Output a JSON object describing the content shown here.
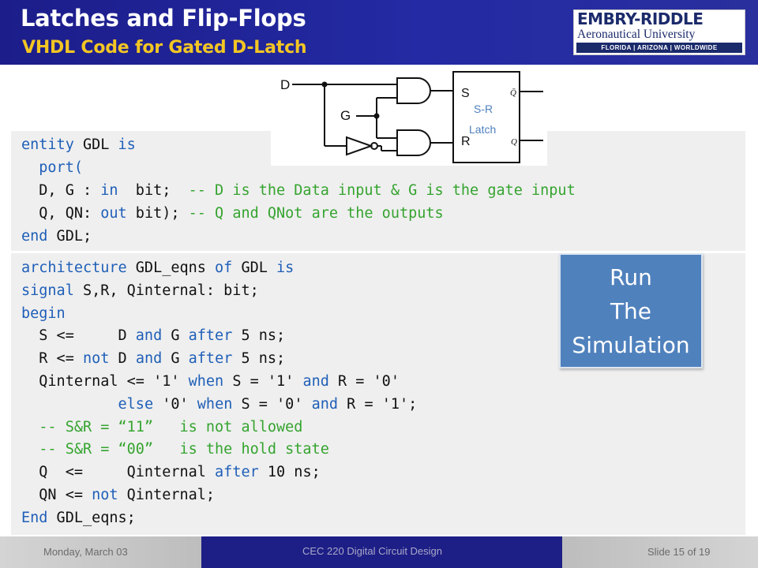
{
  "header": {
    "title": "Latches and Flip-Flops",
    "subtitle": "VHDL Code for Gated D-Latch",
    "logo": {
      "name": "EMBRY-RIDDLE",
      "line2": "Aeronautical University",
      "line3": "FLORIDA | ARIZONA | WORLDWIDE"
    },
    "background_color": "#1c1d8a",
    "subtitle_color": "#f3c623"
  },
  "code": {
    "entity_lines": [
      [
        [
          "entity",
          "kw"
        ],
        [
          " GDL ",
          ""
        ],
        [
          "is",
          "kw"
        ]
      ],
      [
        [
          "  port(",
          "kw"
        ]
      ],
      [
        [
          "  D, G : ",
          ""
        ],
        [
          "in",
          "kw"
        ],
        [
          "  bit;  ",
          ""
        ],
        [
          "-- D is the Data input & G is the gate input",
          "cm"
        ]
      ],
      [
        [
          "  Q, QN: ",
          ""
        ],
        [
          "out",
          "kw"
        ],
        [
          " bit); ",
          ""
        ],
        [
          "-- Q and QNot are the outputs",
          "cm"
        ]
      ],
      [
        [
          "end",
          "kw"
        ],
        [
          " GDL;",
          ""
        ]
      ]
    ],
    "architecture_lines": [
      [
        [
          "architecture",
          "kw"
        ],
        [
          " GDL_eqns ",
          ""
        ],
        [
          "of",
          "kw"
        ],
        [
          " GDL ",
          ""
        ],
        [
          "is",
          "kw"
        ]
      ],
      [
        [
          "signal",
          "kw"
        ],
        [
          " S,R, Qinternal: bit;",
          ""
        ]
      ],
      [
        [
          "begin",
          "kw"
        ]
      ],
      [
        [
          "  S <=     D ",
          ""
        ],
        [
          "and",
          "kw"
        ],
        [
          " G ",
          ""
        ],
        [
          "after",
          "kw"
        ],
        [
          " 5 ns;",
          ""
        ]
      ],
      [
        [
          "  R <= ",
          ""
        ],
        [
          "not",
          "kw"
        ],
        [
          " D ",
          ""
        ],
        [
          "and",
          "kw"
        ],
        [
          " G ",
          ""
        ],
        [
          "after",
          "kw"
        ],
        [
          " 5 ns;",
          ""
        ]
      ],
      [
        [
          "  Qinternal <= '1' ",
          ""
        ],
        [
          "when",
          "kw"
        ],
        [
          " S = '1' ",
          ""
        ],
        [
          "and",
          "kw"
        ],
        [
          " R = '0'",
          ""
        ]
      ],
      [
        [
          "           ",
          ""
        ],
        [
          "else",
          "kw"
        ],
        [
          " '0' ",
          ""
        ],
        [
          "when",
          "kw"
        ],
        [
          " S = '0' ",
          ""
        ],
        [
          "and",
          "kw"
        ],
        [
          " R = '1';",
          ""
        ]
      ],
      [
        [
          "  -- S&R = “11”   is not allowed",
          "cm"
        ]
      ],
      [
        [
          "  -- S&R = “00”   is the hold state",
          "cm"
        ]
      ],
      [
        [
          "  Q  <=     Qinternal ",
          ""
        ],
        [
          "after",
          "kw"
        ],
        [
          " 10 ns;",
          ""
        ]
      ],
      [
        [
          "  QN <= ",
          ""
        ],
        [
          "not",
          "kw"
        ],
        [
          " Qinternal;",
          ""
        ]
      ],
      [
        [
          "End",
          "kw"
        ],
        [
          " GDL_eqns;",
          ""
        ]
      ]
    ],
    "keyword_color": "#1f5fb8",
    "comment_color": "#35a42f"
  },
  "diagram": {
    "input_d": "D",
    "input_g": "G",
    "latch_label_line1": "S-R",
    "latch_label_line2": "Latch",
    "pin_s": "S",
    "pin_r": "R",
    "out_qbar": "Q̄",
    "out_q": "Q",
    "latch_label_color": "#4f81bd"
  },
  "run_button": {
    "line1": "Run",
    "line2": "The",
    "line3": "Simulation",
    "color": "#4f81bd"
  },
  "footer": {
    "date": "Monday, March 03",
    "course": "CEC 220 Digital Circuit Design",
    "slide": "Slide 15 of 19"
  }
}
